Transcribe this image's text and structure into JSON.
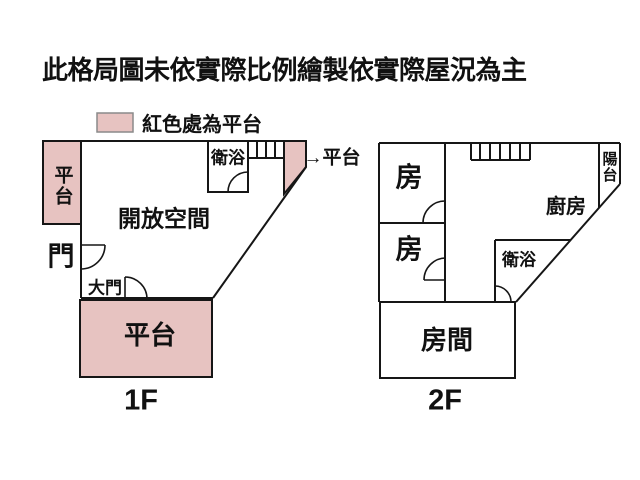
{
  "title": "此格局圖未依實際比例繪製依實際屋況為主",
  "legend": {
    "label": "紅色處為平台"
  },
  "colors": {
    "platform_fill": "#e7c3c1",
    "wall": "#161616"
  },
  "floor1": {
    "name": "1F",
    "labels": {
      "platform_left": "平台",
      "open_space": "開放空間",
      "bathroom": "衛浴",
      "platform_arrow": "→平台",
      "door": "門",
      "main_door": "大門",
      "platform_bottom": "平台"
    }
  },
  "floor2": {
    "name": "2F",
    "labels": {
      "room1": "房",
      "room2": "房",
      "kitchen": "廚房",
      "balcony": "陽台",
      "bathroom": "衛浴",
      "bedroom": "房間"
    }
  }
}
